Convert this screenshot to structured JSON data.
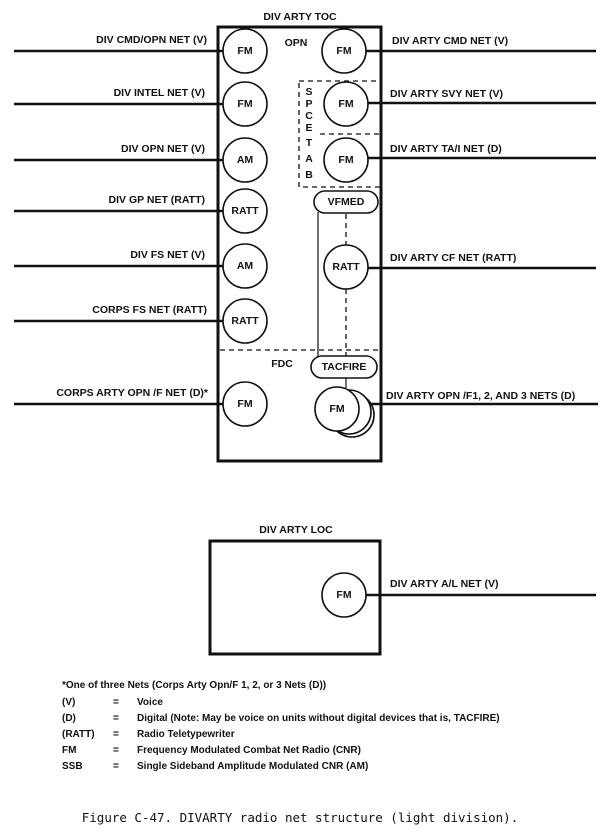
{
  "toc": {
    "title": "DIV ARTY TOC",
    "opn_label": "OPN",
    "fdc_label": "FDC",
    "spce": "SPCE",
    "tab": "TAB",
    "vfmed": "VFMED",
    "tacfire": "TACFIRE"
  },
  "nets": [
    {
      "label": "DIV CMD/OPN NET (V)",
      "radio": "FM"
    },
    {
      "label": "DIV INTEL NET (V)",
      "radio": "FM"
    },
    {
      "label": "DIV OPN NET (V)",
      "radio": "AM"
    },
    {
      "label": "DIV GP NET (RATT)",
      "radio": "RATT"
    },
    {
      "label": "DIV FS NET (V)",
      "radio": "AM"
    },
    {
      "label": "CORPS FS NET (RATT)",
      "radio": "RATT"
    },
    {
      "label": "CORPS ARTY OPN /F NET  (D)*",
      "radio": "FM"
    },
    {
      "label": "DIV ARTY CMD NET (V)",
      "radio": "FM"
    },
    {
      "label": "DIV ARTY SVY NET (V)",
      "radio": "FM"
    },
    {
      "label": "DIV ARTY TA/I NET (D)",
      "radio": "FM"
    },
    {
      "label": "DIV ARTY CF NET (RATT)",
      "radio": "RATT"
    },
    {
      "label": "DIV ARTY OPN /F1, 2, AND 3 NETS (D)",
      "radio": "FM"
    }
  ],
  "loc": {
    "title": "DIV ARTY LOC",
    "net": {
      "label": "DIV ARTY A/L NET (V)",
      "radio": "FM"
    }
  },
  "legend": {
    "note": "*One of three Nets (Corps Arty Opn/F 1, 2, or 3 Nets (D))",
    "rows": [
      {
        "abbr": "(V)",
        "eq": "=",
        "def": "Voice"
      },
      {
        "abbr": "(D)",
        "eq": "=",
        "def": "Digital (Note: May be voice on units without digital devices that is, TACFIRE)"
      },
      {
        "abbr": "(RATT)",
        "eq": "=",
        "def": "Radio Teletypewriter"
      },
      {
        "abbr": "FM",
        "eq": "=",
        "def": "Frequency Modulated Combat Net Radio (CNR)"
      },
      {
        "abbr": "SSB",
        "eq": "=",
        "def": "Single Sideband Amplitude Modulated CNR (AM)"
      }
    ]
  },
  "caption": "Figure C-47. DIVARTY radio net structure (light division)."
}
